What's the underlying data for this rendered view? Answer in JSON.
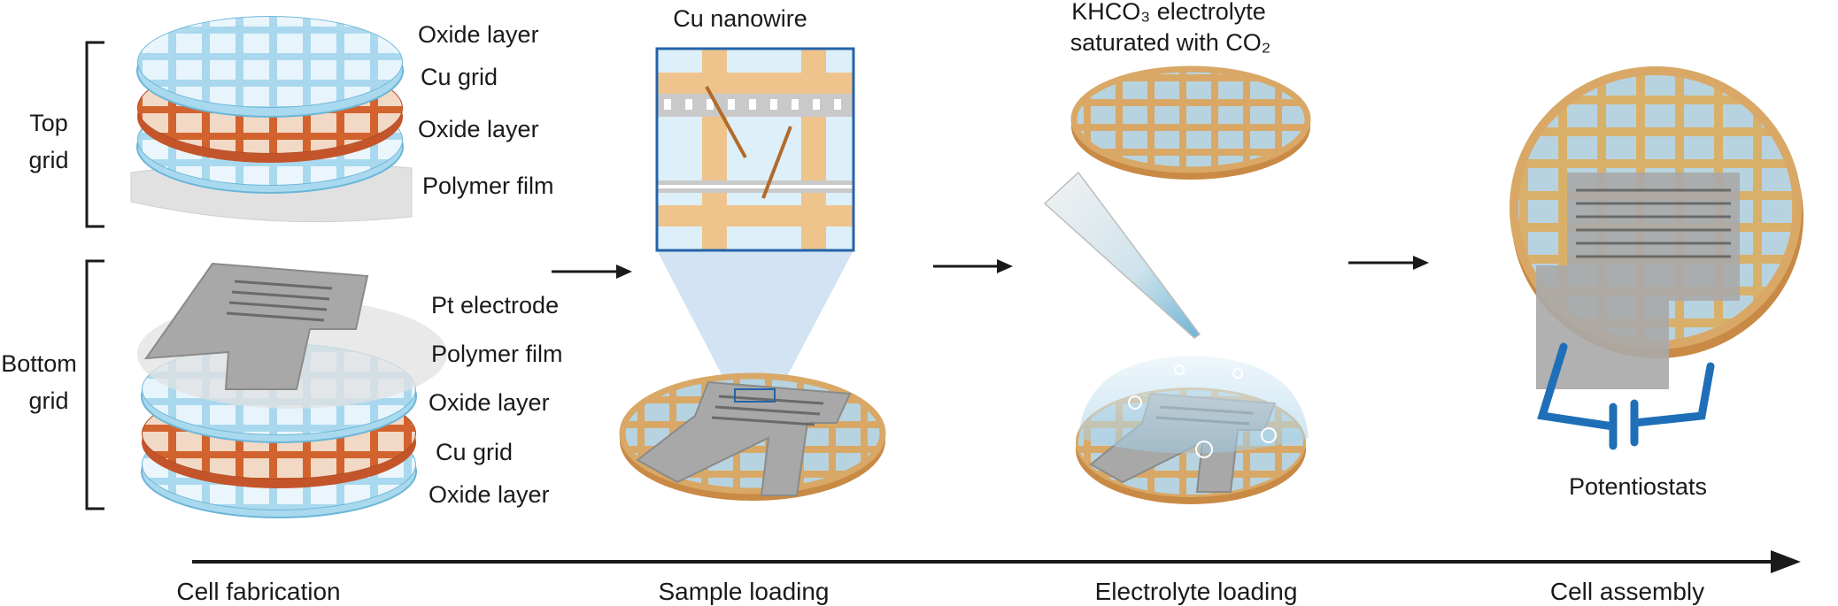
{
  "bracket_labels": {
    "top": [
      "Top",
      "grid"
    ],
    "bottom": [
      "Bottom",
      "grid"
    ]
  },
  "top_stack_labels": [
    "Oxide layer",
    "Cu grid",
    "Oxide layer",
    "Polymer film"
  ],
  "bottom_stack_labels": [
    "Pt electrode",
    "Polymer film",
    "Oxide layer",
    "Cu grid",
    "Oxide layer"
  ],
  "callouts": {
    "nanowire": "Cu nanowire",
    "electrolyte": [
      "KHCO₃ electrolyte",
      "saturated with CO₂"
    ],
    "potentiostat": "Potentiostats"
  },
  "stages": [
    "Cell fabrication",
    "Sample loading",
    "Electrolyte loading",
    "Cell assembly"
  ],
  "colors": {
    "oxide": "#a9d9ee",
    "oxide_stroke": "#6bb6d8",
    "copper": "#d2632e",
    "copper_light": "#e2a45f",
    "gold_grid": "#d9b06a",
    "polymer": "#e1e1e1",
    "electrode": "#a8a8a8",
    "potentiostat": "#1f6fb8",
    "zoom": "#2563a8"
  }
}
